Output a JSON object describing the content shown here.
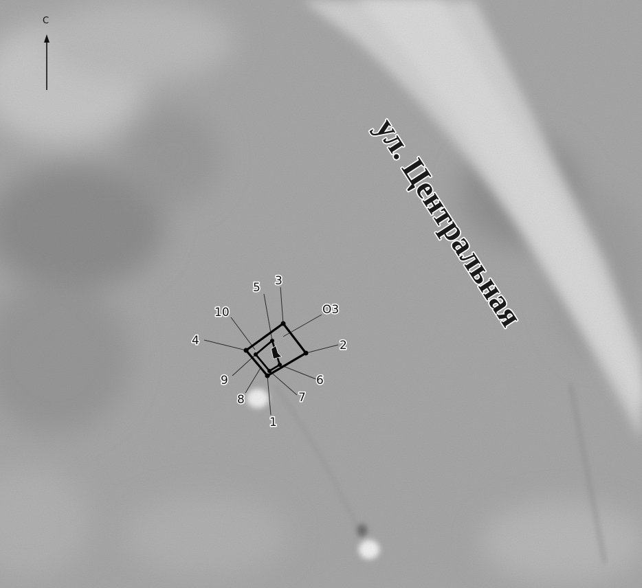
{
  "map": {
    "street_label": "ул. Центральная",
    "north_label": "С",
    "point_labels": {
      "p1": "1",
      "p2": "2",
      "p3": "3",
      "p4": "4",
      "p5": "5",
      "p6": "6",
      "p7": "7",
      "p8": "8",
      "p9": "9",
      "p10": "10",
      "o3": "О3"
    },
    "colors": {
      "aerial_base": "#a8a8a8",
      "road": "#c8c8c8",
      "vegetation": "#8a8a8a",
      "boundary": "#000000"
    },
    "style": "grayscale aerial photo"
  }
}
